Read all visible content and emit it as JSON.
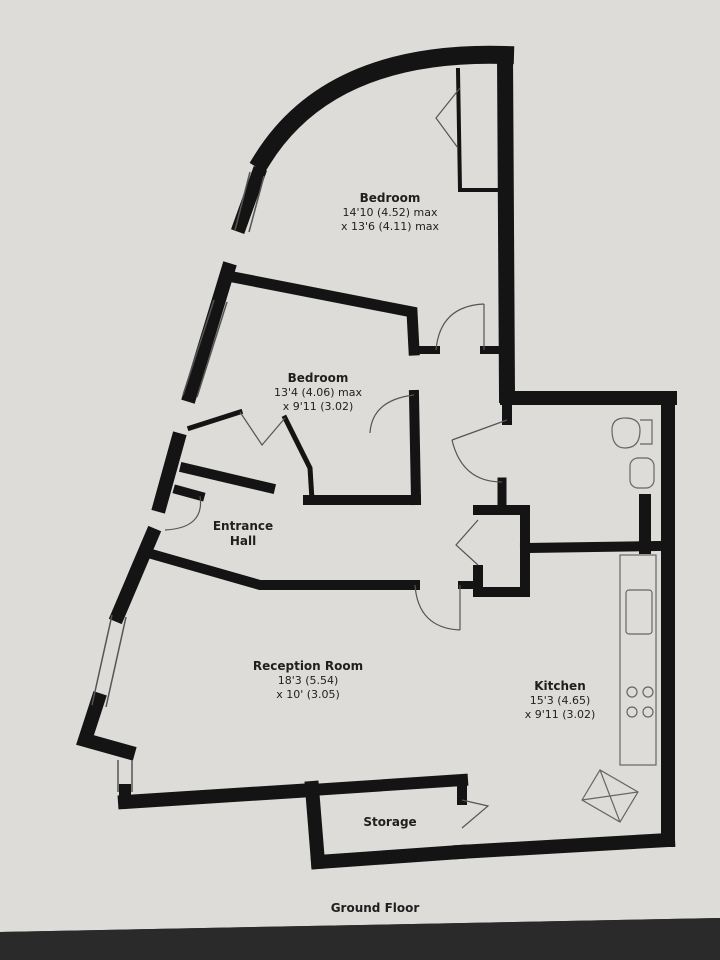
{
  "rooms": {
    "bedroom1": {
      "name": "Bedroom",
      "dim1": "14'10 (4.52) max",
      "dim2": "x 13'6 (4.11) max"
    },
    "bedroom2": {
      "name": "Bedroom",
      "dim1": "13'4 (4.06) max",
      "dim2": "x 9'11 (3.02)"
    },
    "entrance": {
      "line1": "Entrance",
      "line2": "Hall"
    },
    "reception": {
      "name": "Reception Room",
      "dim1": "18'3 (5.54)",
      "dim2": "x 10' (3.05)"
    },
    "kitchen": {
      "name": "Kitchen",
      "dim1": "15'3 (4.65)",
      "dim2": "x 9'11 (3.02)"
    },
    "storage": {
      "name": "Storage"
    }
  },
  "footer": {
    "label": "Ground Floor"
  },
  "colors": {
    "paper": "#dedcd9",
    "wall": "#141414",
    "background": "#2a2a2a"
  }
}
